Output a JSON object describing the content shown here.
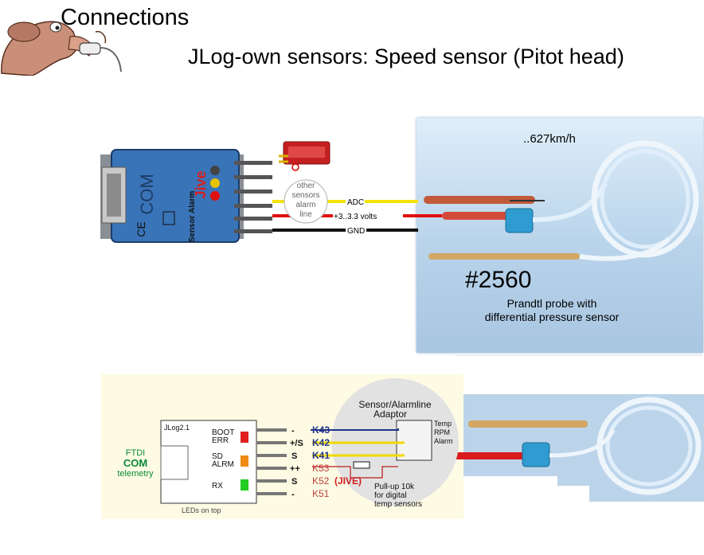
{
  "header": {
    "section_title": "Connections",
    "slide_title": "JLog-own sensors: Speed sensor (Pitot head)"
  },
  "top_diagram": {
    "jlog_labels": {
      "com": "COM",
      "jive": "Jive",
      "sensor_alarm": "Sensor\nAlarm",
      "ce": "CE"
    },
    "junction_label": [
      "other",
      "sensors",
      "alarm",
      "line"
    ],
    "wires": [
      {
        "label": "ADC",
        "color": "#f4e300"
      },
      {
        "label": "+3..3.3 volts",
        "color": "#e01010"
      },
      {
        "label": "GND",
        "color": "#111111"
      }
    ],
    "speed_label": "..627km/h",
    "part_number": "#2560",
    "probe_description": [
      "Prandtl probe with",
      "differential pressure sensor"
    ]
  },
  "bottom_diagram": {
    "device_name": "JLog2.1",
    "ftdi_label": [
      "FTDI",
      "COM",
      "telemetry"
    ],
    "leds": [
      {
        "label": "BOOT",
        "color": "#e02020"
      },
      {
        "label": "ERR",
        "color": "#e02020"
      },
      {
        "label": "SD",
        "color": "#f08a10"
      },
      {
        "label": "ALRM",
        "color": "#f08a10"
      },
      {
        "label": "RX",
        "color": "#22cc22"
      }
    ],
    "leds_footer": "LEDs on top",
    "pins": [
      {
        "sign": "-",
        "name": "K43"
      },
      {
        "sign": "+/S",
        "name": "K42"
      },
      {
        "sign": "S",
        "name": "K41"
      },
      {
        "sign": "++",
        "name": "K53"
      },
      {
        "sign": "S",
        "name": "K52"
      },
      {
        "sign": "-",
        "name": "K51"
      }
    ],
    "jive_label": "(JIVE)",
    "adaptor_title": [
      "Sensor/Alarmline",
      "Adaptor"
    ],
    "adaptor_ports": [
      "Temp",
      "RPM",
      "Alarm"
    ],
    "pullup_note": [
      "Pull-up 10k",
      "for digital",
      "temp sensors"
    ]
  }
}
